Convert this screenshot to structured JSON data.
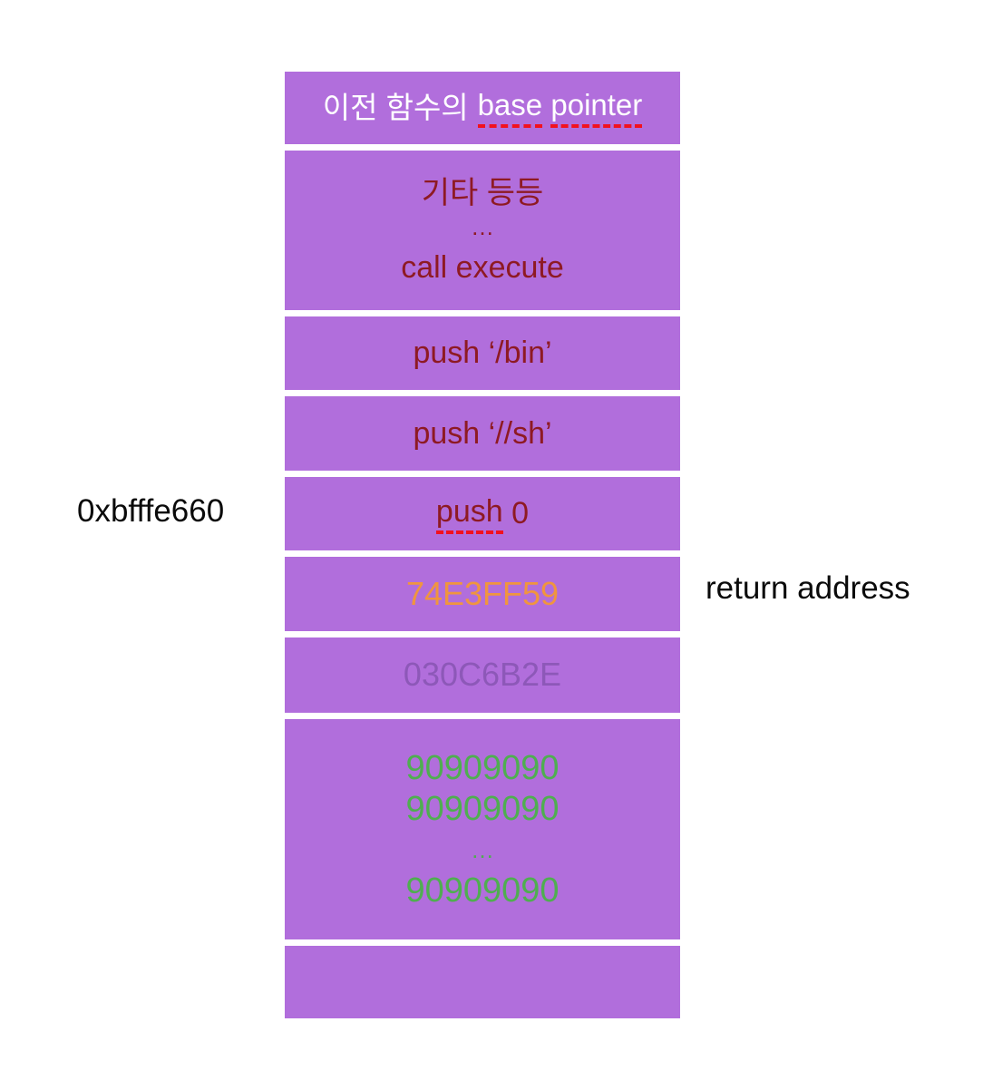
{
  "diagram": {
    "kind": "stack-memory-diagram",
    "address_label": "0xbfffe660",
    "return_address_label": "return address",
    "colors": {
      "cell_fill": "#b16edc",
      "gap": "#ffffff",
      "dark_red_text": "#8e1a23",
      "white_text": "#ffffff",
      "orange_text": "#f0953f",
      "muted_purple_text": "#8d58b8",
      "green_text": "#4fae50",
      "spellcheck_underline": "#f2111e",
      "label_text": "#0a0a0a"
    },
    "cells": {
      "saved_base_pointer": {
        "prefix": "이전 함수의",
        "word1": "base",
        "word2": "pointer"
      },
      "caller_code": {
        "line1": "기타 등등",
        "line2": "…",
        "line3": "call execute"
      },
      "push_bin": {
        "text": "push ‘/bin’"
      },
      "push_sh": {
        "text": "push ‘//sh’"
      },
      "push_zero": {
        "word": "push",
        "rest": "0"
      },
      "return_address_value": {
        "text": "74E3FF59"
      },
      "leftover_value": {
        "text": "030C6B2E"
      },
      "nop_sled": {
        "line1": "90909090",
        "line2": "90909090",
        "line3": "…",
        "line4": "90909090"
      },
      "empty": {
        "text": ""
      }
    }
  }
}
